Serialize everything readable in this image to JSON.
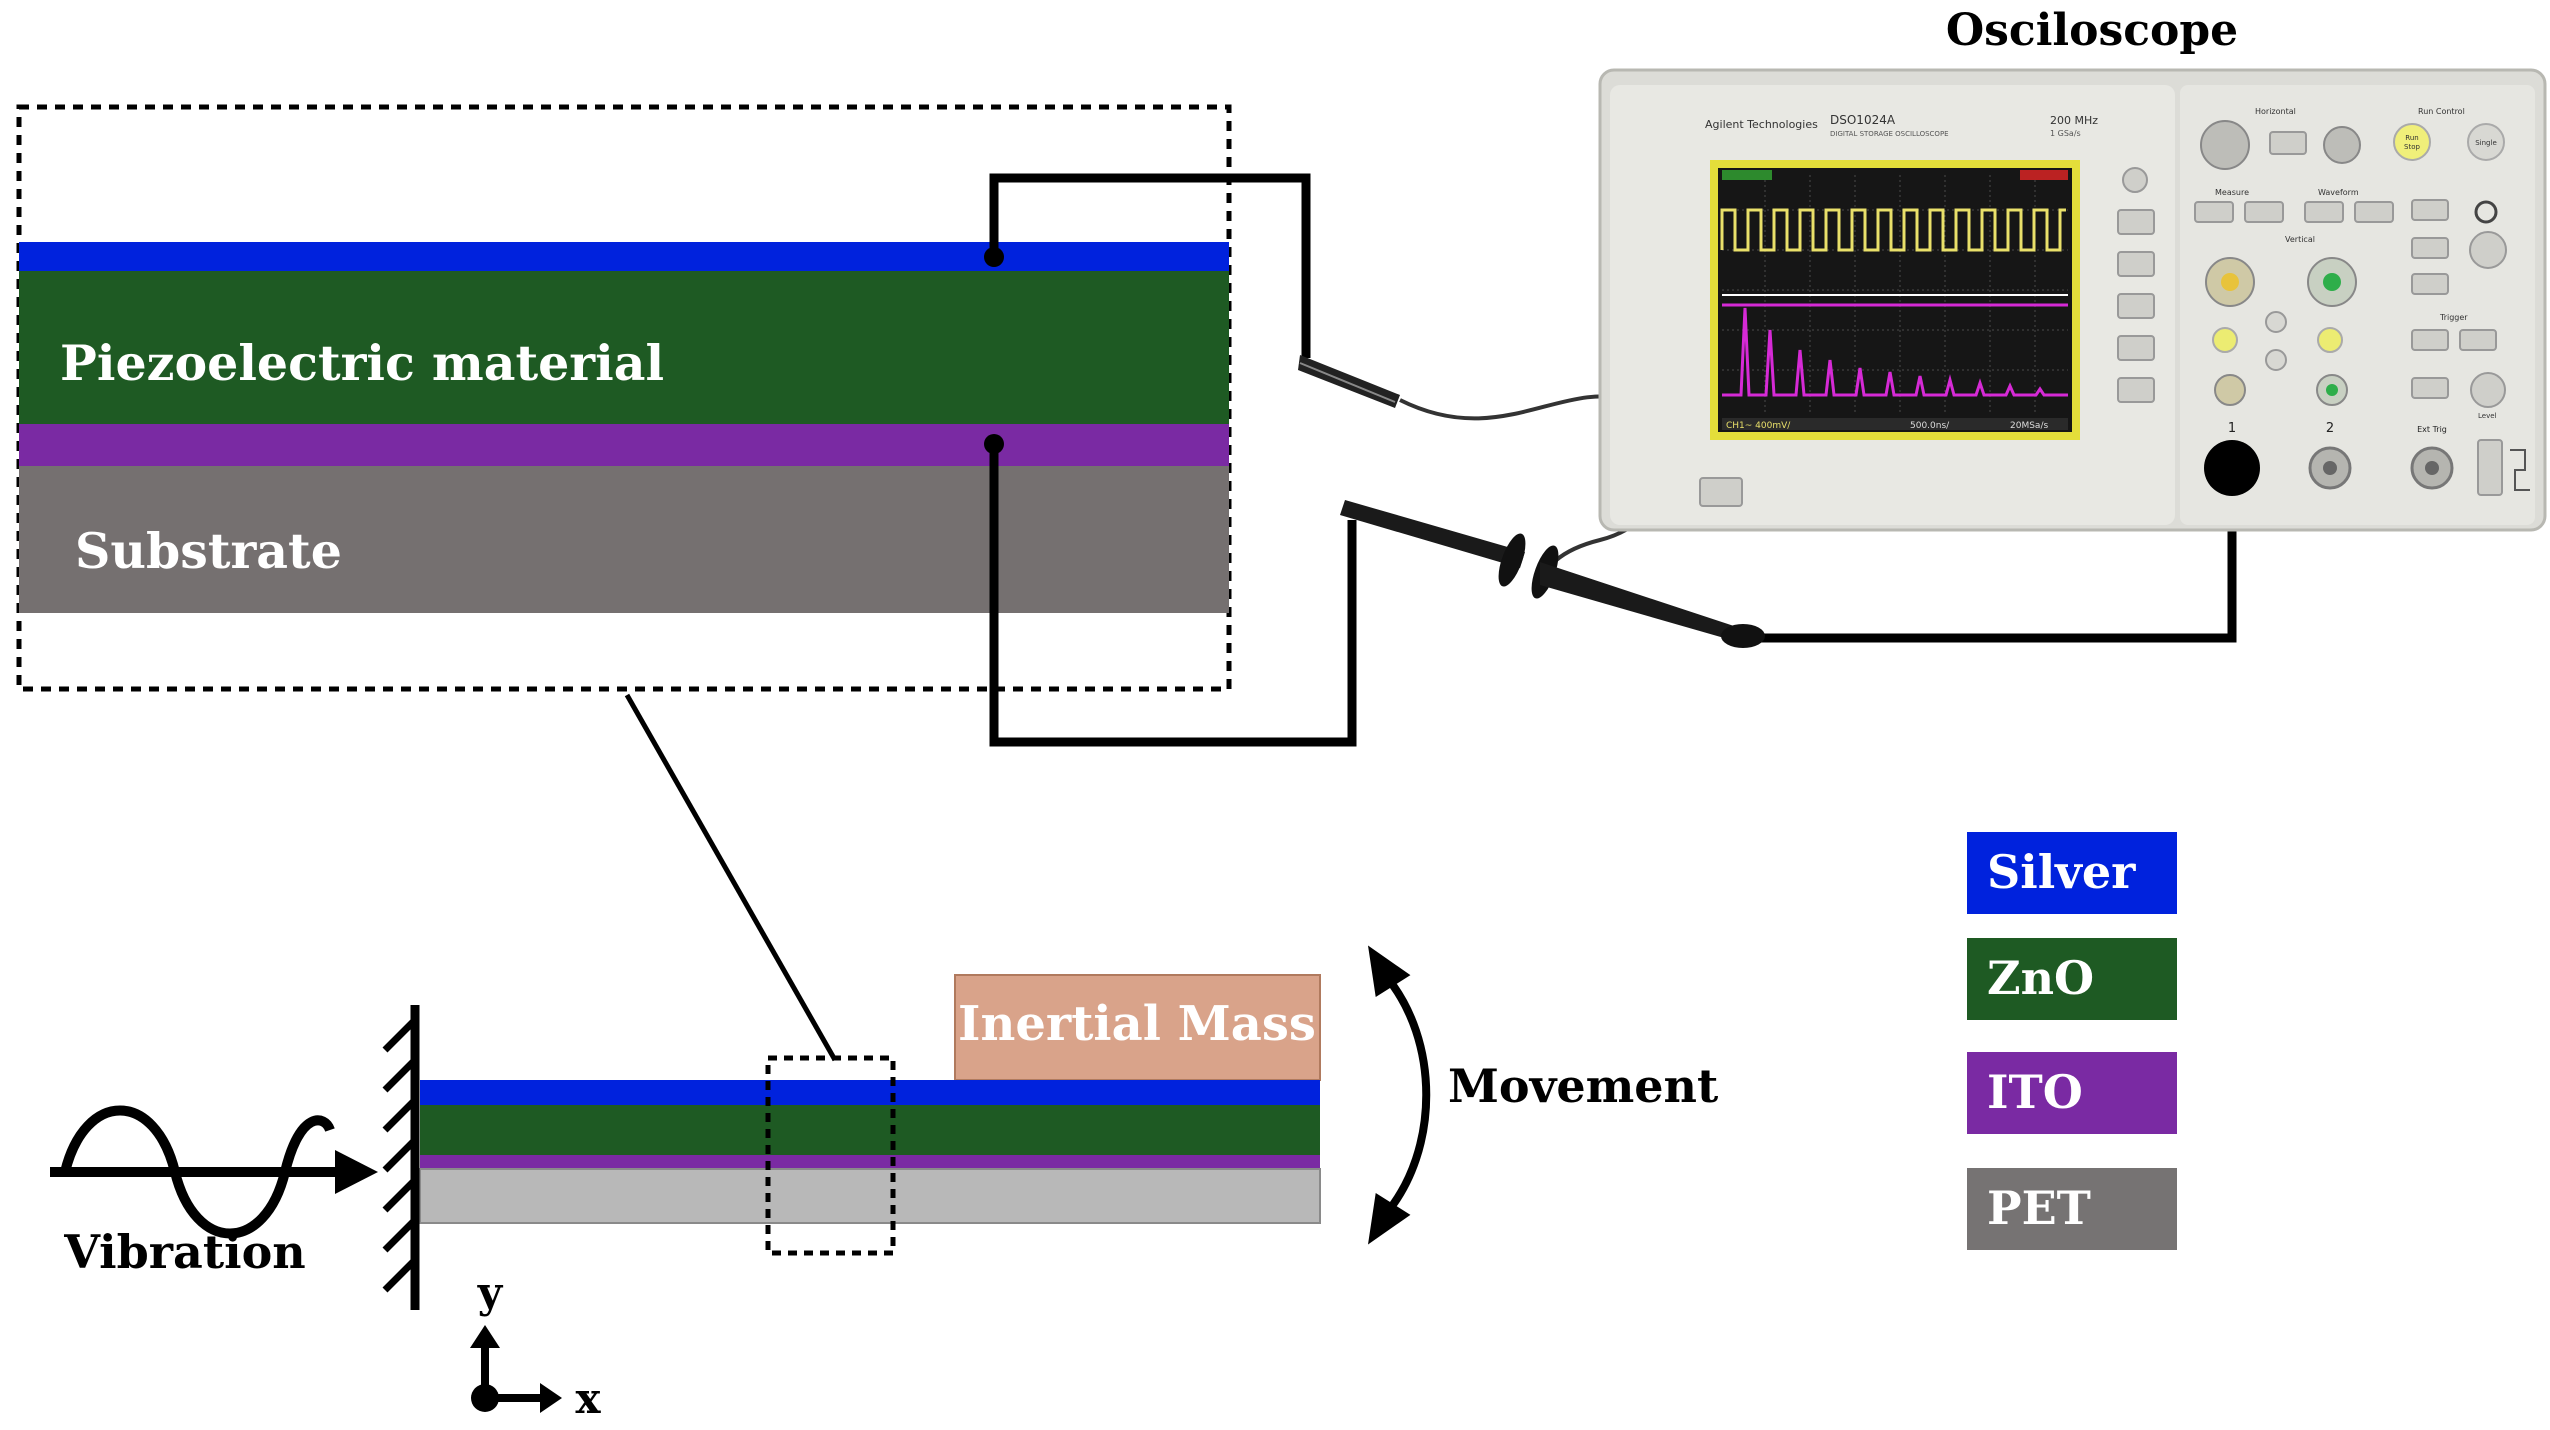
{
  "title": "Osciloscope",
  "zoom_view": {
    "piezo_label": "Piezoelectric material",
    "substrate_label": "Substrate"
  },
  "cantilever": {
    "mass_label": "Inertial Mass",
    "movement_label": "Movement",
    "vibration_label": "Vibration",
    "axis_y": "y",
    "axis_x": "x"
  },
  "oscilloscope": {
    "brand": "Agilent Technologies",
    "model": "DSO1024A",
    "subtitle": "DIGITAL STORAGE OSCILLOSCOPE",
    "spec_line1": "200 MHz",
    "spec_line2": "1 GSa/s",
    "section_horizontal": "Horizontal",
    "section_run_control": "Run Control",
    "btn_run_stop_1": "Run",
    "btn_run_stop_2": "Stop",
    "btn_single": "Single",
    "section_measure": "Measure",
    "section_waveform": "Waveform",
    "section_vertical": "Vertical",
    "section_trigger": "Trigger",
    "ch1_label": "1",
    "ch2_label": "2",
    "ext_trig_label": "Ext Trig",
    "level_label": "Level",
    "screen_status_left": "CH1~  400mV/",
    "screen_status_mid": "500.0ns/",
    "screen_status_right": "20MSa/s"
  },
  "legend": [
    {
      "label": "Silver",
      "color": "#0022dd"
    },
    {
      "label": "ZnO",
      "color": "#1e5a23"
    },
    {
      "label": "ITO",
      "color": "#7a2aa3"
    },
    {
      "label": "PET",
      "color": "#767373"
    }
  ],
  "colors": {
    "silver": "#0022dd",
    "zno": "#1e5a23",
    "ito": "#7a2aa3",
    "substrate": "#757070",
    "pet_light": "#b8b8b8",
    "mass": "#d9a38a",
    "wire": "#000000",
    "screen_bg": "#161616",
    "screen_bezel": "#e4de3a",
    "trace_yellow": "#e9e06a",
    "trace_magenta": "#d62ad6"
  }
}
